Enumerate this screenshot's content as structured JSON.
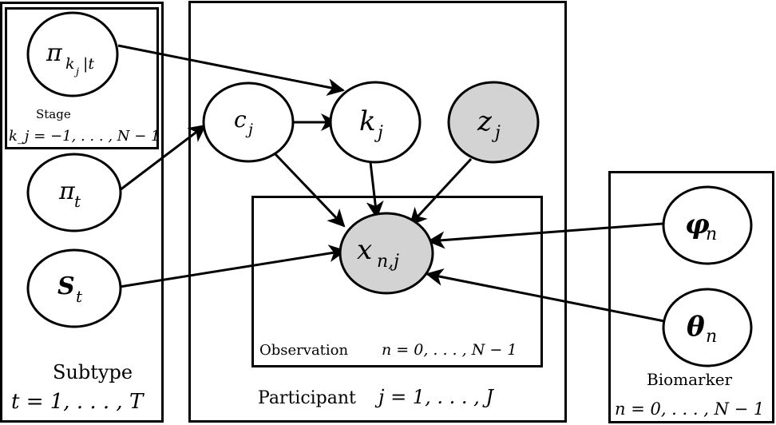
{
  "plates": {
    "subtype": {
      "label": "Subtype",
      "range": "t = 1, . . . , T"
    },
    "stage": {
      "label": "Stage",
      "range": "k_j = −1, . . . , N − 1"
    },
    "participant": {
      "label": "Participant",
      "range": "j = 1, . . . , J"
    },
    "observation": {
      "label": "Observation",
      "range": "n = 0, . . . , N − 1"
    },
    "biomarker": {
      "label": "Biomarker",
      "range": "n = 0, . . . , N − 1"
    }
  },
  "nodes": {
    "pi_k": {
      "base": "π",
      "sub": "k",
      "subsub": "j",
      "subtail": "|t",
      "shaded": false
    },
    "pi_t": {
      "base": "π",
      "sub": "t",
      "shaded": false
    },
    "s_t": {
      "base": "S",
      "sub": "t",
      "shaded": false
    },
    "c_j": {
      "base": "c",
      "sub": "j",
      "shaded": false
    },
    "k_j": {
      "base": "k",
      "sub": "j",
      "shaded": false
    },
    "z_j": {
      "base": "z",
      "sub": "j",
      "shaded": true
    },
    "x_nj": {
      "base": "x",
      "sub": "n,j",
      "shaded": true
    },
    "phi_n": {
      "base": "φ",
      "sub": "n",
      "shaded": false
    },
    "theta_n": {
      "base": "θ",
      "sub": "n",
      "shaded": false
    }
  },
  "edges": [
    [
      "pi_k",
      "k_j"
    ],
    [
      "pi_t",
      "c_j"
    ],
    [
      "c_j",
      "k_j"
    ],
    [
      "c_j",
      "x_nj"
    ],
    [
      "k_j",
      "x_nj"
    ],
    [
      "z_j",
      "x_nj"
    ],
    [
      "s_t",
      "x_nj"
    ],
    [
      "phi_n",
      "x_nj"
    ],
    [
      "theta_n",
      "x_nj"
    ]
  ]
}
